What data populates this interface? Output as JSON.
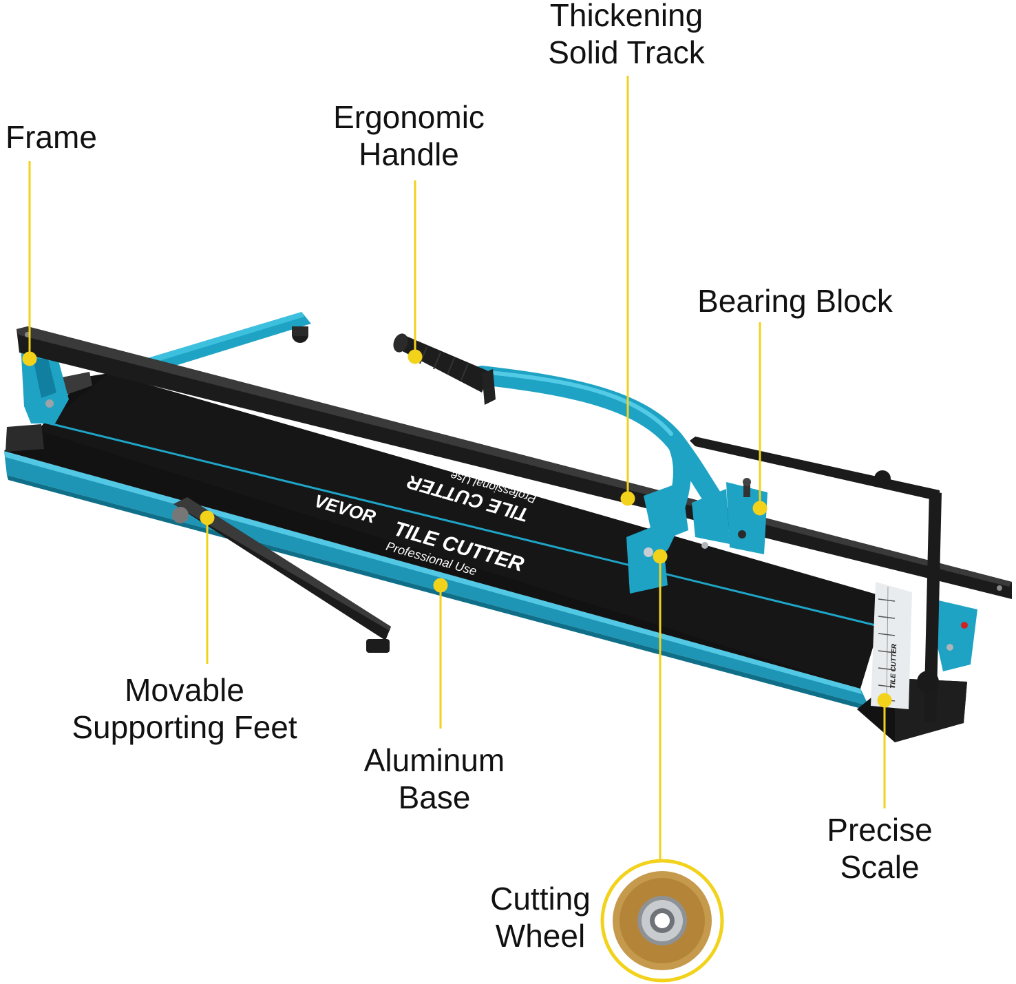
{
  "product": {
    "brand": "VEVOR",
    "name": "TILE CUTTER",
    "tagline": "Professional Use",
    "scale_label": "TILE CUTTER"
  },
  "callouts": {
    "frame": [
      "Frame"
    ],
    "handle": [
      "Ergonomic",
      "Handle"
    ],
    "track": [
      "Thickening",
      "Solid Track"
    ],
    "bearing": [
      "Bearing Block"
    ],
    "feet": [
      "Movable",
      "Supporting Feet"
    ],
    "base": [
      "Aluminum",
      "Base"
    ],
    "wheel": [
      "Cutting",
      "Wheel"
    ],
    "scale": [
      "Precise",
      "Scale"
    ]
  },
  "colors": {
    "accent": "#f2d21a",
    "teal": "#1ea3c4",
    "dark": "#1b1b1b",
    "bed": "#121212",
    "wheel_gold": "#c69a4c"
  }
}
